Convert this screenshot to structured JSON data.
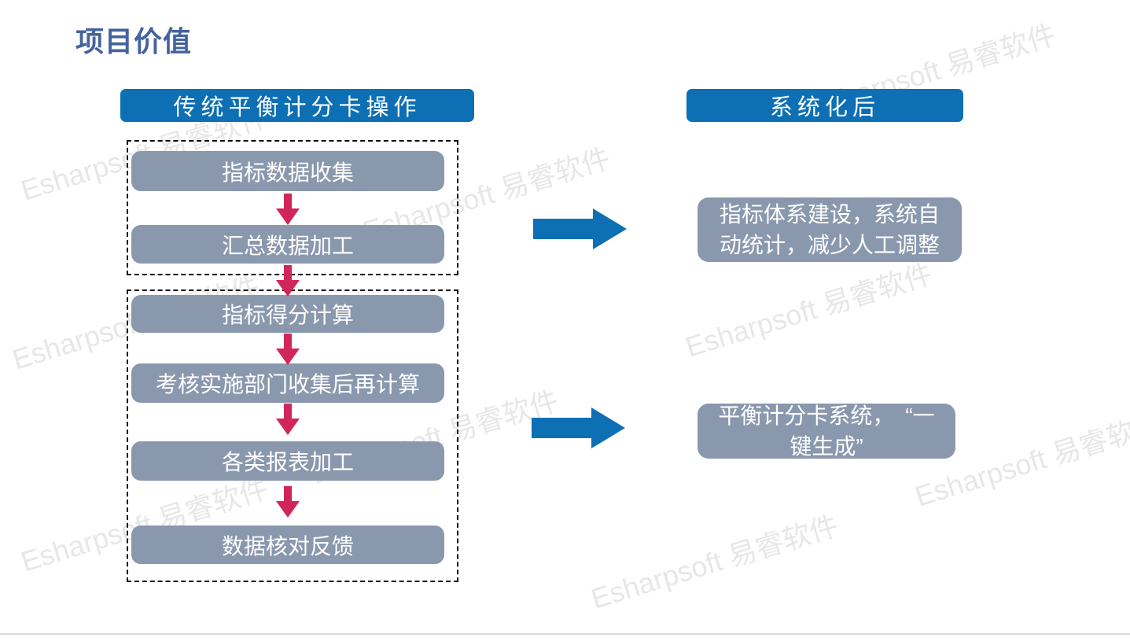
{
  "slide": {
    "title": "项目价值",
    "left_column": {
      "header": "传统平衡计分卡操作",
      "group1_boxes": [
        "指标数据收集",
        "汇总数据加工"
      ],
      "group2_boxes": [
        "指标得分计算",
        "考核实施部门收集后再计算",
        "各类报表加工",
        "数据核对反馈"
      ]
    },
    "right_column": {
      "header": "系统化后",
      "boxes": [
        "指标体系建设，系统自动统计，减少人工调整",
        "平衡计分卡系统，　“一键生成”"
      ]
    },
    "watermark": "Esharpsoft 易睿软件",
    "colors": {
      "header_blue": "#0D6FB4",
      "box_gray": "#8A98AE",
      "arrow_red": "#D1265A",
      "arrow_blue": "#0D6FB4",
      "title_color": "#44639F",
      "dashed_border": "#000000",
      "watermark_gray": "#E7E7E7"
    }
  }
}
